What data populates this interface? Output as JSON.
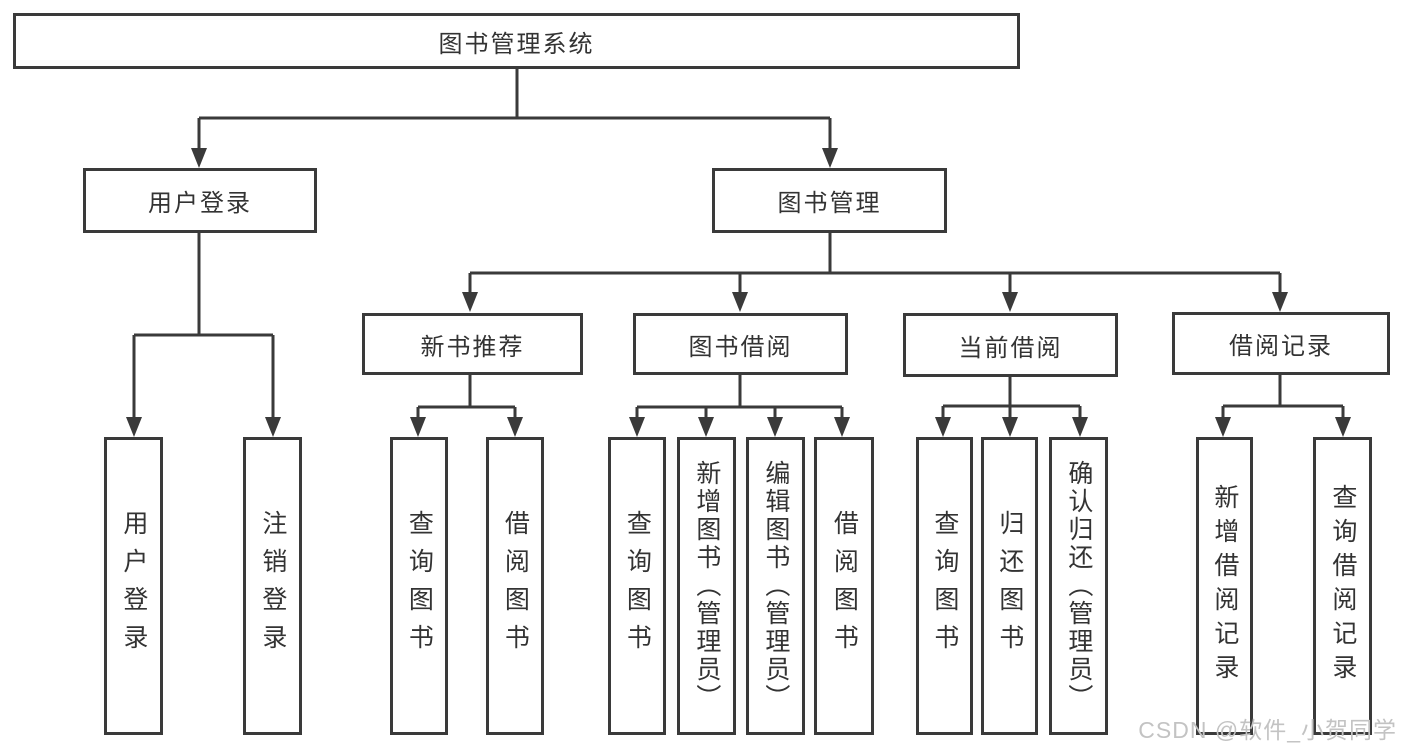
{
  "tree": {
    "root": {
      "label": "图书管理系统"
    },
    "branches": [
      {
        "label": "用户登录",
        "children": [
          {
            "label": "用户登录"
          },
          {
            "label": "注销登录"
          }
        ]
      },
      {
        "label": "图书管理",
        "children": [
          {
            "label": "新书推荐",
            "children": [
              {
                "label": "查询图书"
              },
              {
                "label": "借阅图书"
              }
            ]
          },
          {
            "label": "图书借阅",
            "children": [
              {
                "label": "查询图书"
              },
              {
                "label": "新增图书（管理员）"
              },
              {
                "label": "编辑图书（管理员）"
              },
              {
                "label": "借阅图书"
              }
            ]
          },
          {
            "label": "当前借阅",
            "children": [
              {
                "label": "查询图书"
              },
              {
                "label": "归还图书"
              },
              {
                "label": "确认归还（管理员）"
              }
            ]
          },
          {
            "label": "借阅记录",
            "children": [
              {
                "label": "新增借阅记录"
              },
              {
                "label": "查询借阅记录"
              }
            ]
          }
        ]
      }
    ]
  },
  "watermark": "CSDN @软件_小贺同学",
  "colors": {
    "line": "#3a3a3a",
    "text": "#333333",
    "watermark": "#c3c3c3",
    "background": "#ffffff"
  }
}
